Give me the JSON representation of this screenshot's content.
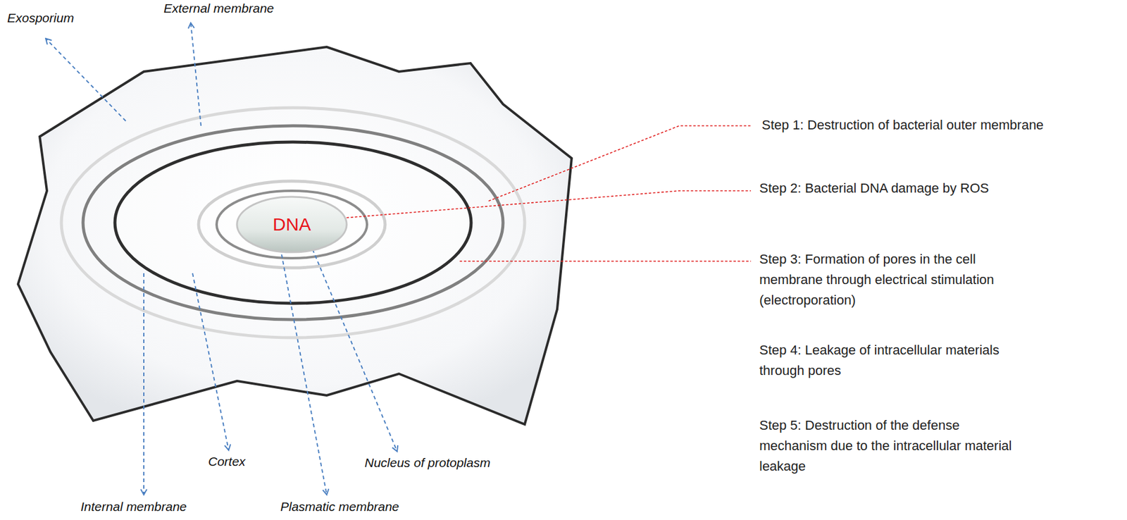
{
  "diagram": {
    "nodes": [
      {
        "text": [
          "DNA"
        ]
      }
    ],
    "labels": [
      "Exosporium",
      "External membrane",
      "Internal membrane",
      "Cortex",
      "Plasmatic membrane",
      "Nucleus of protoplasm",
      "Step 1: Destruction of bacterial outer membrane",
      "Step 2: Bacterial DNA damage by ROS",
      "Step 3: Formation of pores in the cell membrane through electrical stimulation (electroporation)",
      "Step 4: Leakage of intracellular materials through pores",
      "Step 5: Destruction of the defense mechanism due to the intracellular material leakage"
    ]
  }
}
